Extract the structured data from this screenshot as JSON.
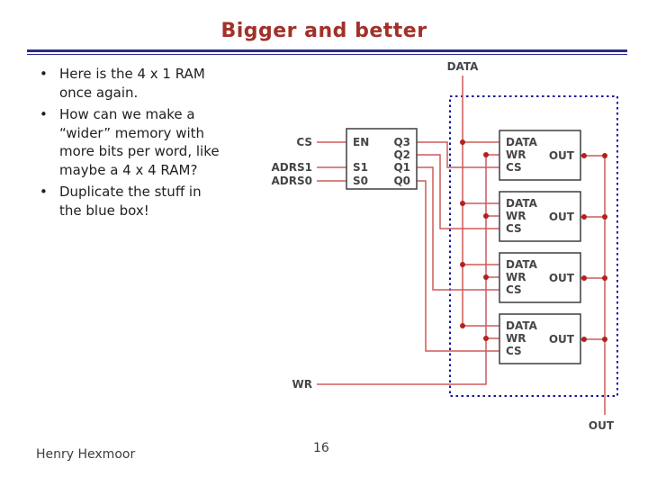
{
  "slide": {
    "title": "Bigger and better",
    "bullets": [
      "Here is the 4 x 1 RAM once again.",
      "How can we make a “wider” memory with more bits per word, like maybe a 4 x 4 RAM?",
      "Duplicate the stuff in the blue box!"
    ],
    "footer": {
      "author": "Henry Hexmoor",
      "page_number": "16"
    }
  },
  "diagram": {
    "signals": {
      "data": "DATA",
      "cs": "CS",
      "adrs1": "ADRS1",
      "adrs0": "ADRS0",
      "wr": "WR",
      "out": "OUT"
    },
    "decoder": {
      "in_en": "EN",
      "in_s1": "S1",
      "in_s0": "S0",
      "out_q3": "Q3",
      "out_q2": "Q2",
      "out_q1": "Q1",
      "out_q0": "Q0"
    },
    "cells": [
      {
        "in_data": "DATA",
        "in_wr": "WR",
        "in_cs": "CS",
        "out": "OUT"
      },
      {
        "in_data": "DATA",
        "in_wr": "WR",
        "in_cs": "CS",
        "out": "OUT"
      },
      {
        "in_data": "DATA",
        "in_wr": "WR",
        "in_cs": "CS",
        "out": "OUT"
      },
      {
        "in_data": "DATA",
        "in_wr": "WR",
        "in_cs": "CS",
        "out": "OUT"
      }
    ],
    "colors": {
      "wire": "#cd5a5a",
      "junction_dot": "#b42020",
      "box_border": "#3f3f3f",
      "highlight_box": "#16169a",
      "title": "#a13129",
      "rule": "#2d2d86"
    }
  }
}
